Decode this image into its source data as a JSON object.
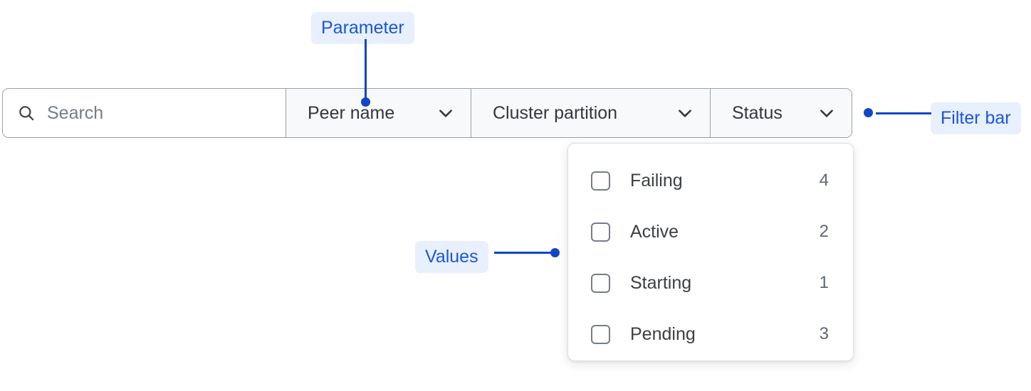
{
  "colors": {
    "accent_blue": "#1246c8",
    "annotation_text": "#1a56db",
    "annotation_chip_bg": "#e8f0fe",
    "bar_border": "#9aa0ab",
    "bar_bg": "#f8f9fa",
    "search_bg": "#ffffff",
    "panel_border": "#dcdfe4",
    "text_primary": "#3c4043",
    "text_muted": "#5f6671",
    "placeholder": "#767d86",
    "checkbox_border": "#757c89"
  },
  "filter_bar": {
    "search": {
      "icon": "search-icon",
      "value": "",
      "placeholder": "Search"
    },
    "dropdowns": [
      {
        "label": "Peer name",
        "icon": "chevron-down-icon",
        "expanded": false
      },
      {
        "label": "Cluster partition",
        "icon": "chevron-down-icon",
        "expanded": false
      },
      {
        "label": "Status",
        "icon": "chevron-down-icon",
        "expanded": true
      }
    ]
  },
  "values_panel": {
    "options": [
      {
        "label": "Failing",
        "count": "4",
        "checked": false
      },
      {
        "label": "Active",
        "count": "2",
        "checked": false
      },
      {
        "label": "Starting",
        "count": "1",
        "checked": false
      },
      {
        "label": "Pending",
        "count": "3",
        "checked": false
      }
    ]
  },
  "annotations": {
    "parameter": "Parameter",
    "values": "Values",
    "filter_bar": "Filter bar"
  }
}
